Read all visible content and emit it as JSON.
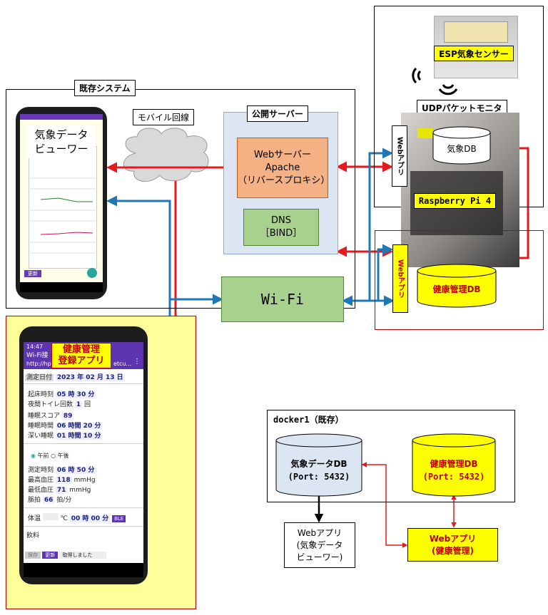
{
  "existing_system": {
    "title": "既存システム",
    "mobile_label": "モバイル回線",
    "public_server_title": "公開サーバー",
    "web_server": [
      "Webサーバー",
      "Apache",
      "（リバースプロキシ）"
    ],
    "dns": [
      "DNS",
      "［BIND］"
    ],
    "wifi": "Wi-Fi",
    "viewer_label": [
      "気象データ",
      "ビューワー"
    ],
    "viewer_button": "更新"
  },
  "raspberry": {
    "esp_label": "ESP気象センサー",
    "udp_label": "UDPパケットモニタ",
    "weather_db": "気象DB",
    "webapp_vertical": "Webアプリ",
    "pi_label": "Raspberry Pi 4",
    "health_db": "健康管理DB",
    "health_webapp_vertical": "Webアプリ"
  },
  "health_app": {
    "title": [
      "健康管理",
      "登録アプリ"
    ],
    "statusbar_time": "14:47",
    "appbar_title": "Wi-Fi接",
    "appbar_url": "http://hp",
    "appbar_url2": "etcu...",
    "date_label": "測定日付",
    "date_value": "2023 年 02 月 13 日",
    "wake_label": "起床時刻",
    "wake_value": "05 時 30 分",
    "toilet_label": "夜間トイレ回数",
    "toilet_value": "1",
    "toilet_unit": "回",
    "sleep_score_label": "睡眠スコア",
    "sleep_score_value": "89",
    "sleep_time_label": "睡眠時間",
    "sleep_time_value": "06 時間 20 分",
    "deep_sleep_label": "深い睡眠",
    "deep_sleep_value": "01 時間 10 分",
    "am_label": "午前",
    "pm_label": "午後",
    "measure_time_label": "測定時刻",
    "measure_time_value": "06 時 50 分",
    "bp_max_label": "最高血圧",
    "bp_max_value": "118",
    "bp_max_unit": "mmHg",
    "bp_min_label": "最低血圧",
    "bp_min_value": "71",
    "bp_min_unit": "mmHg",
    "pulse_label": "脈拍",
    "pulse_value": "66",
    "pulse_unit": "拍/分",
    "temp_label": "体温",
    "temp_unit": "℃",
    "temp_time": "00 時 00 分",
    "ble_button": "BLE",
    "drink_label": "飲料",
    "save_button": "保存",
    "update_button": "更新",
    "status_text": "取得しました"
  },
  "docker": {
    "title": "docker1（既存）",
    "weather_db": [
      "気象データDB",
      "(Port: 5432)"
    ],
    "health_db": [
      "健康管理DB",
      "(Port: 5432)"
    ],
    "viewer_webapp": [
      "Webアプリ",
      "(気象データ",
      "ビューワー)"
    ],
    "health_webapp": [
      "Webアプリ",
      "(健康管理)"
    ]
  }
}
